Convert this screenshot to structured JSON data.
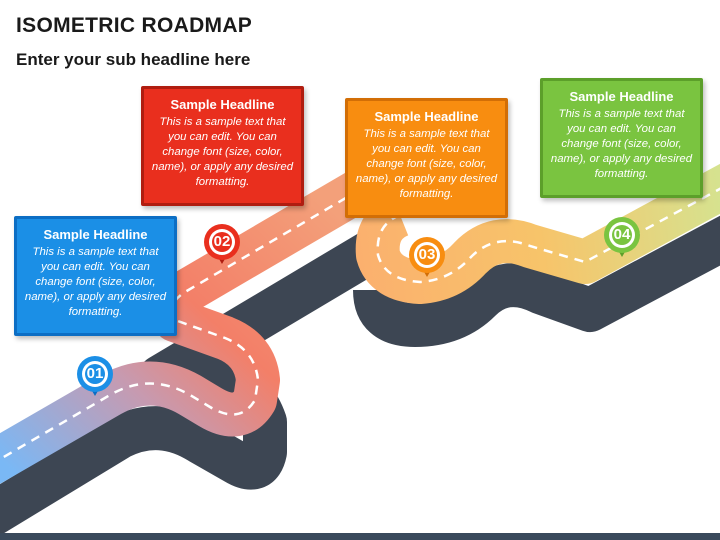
{
  "header": {
    "title": "ISOMETRIC ROADMAP",
    "subtitle": "Enter your sub headline here"
  },
  "milestones": [
    {
      "number": "01",
      "headline": "Sample Headline",
      "text": "This is a sample text that you can edit. You can change font (size, color, name), or apply any desired formatting.",
      "color": "#1b8fe6"
    },
    {
      "number": "02",
      "headline": "Sample Headline",
      "text": "This is a sample text that you can edit. You can change font (size, color, name), or apply any desired formatting.",
      "color": "#e92f1e"
    },
    {
      "number": "03",
      "headline": "Sample Headline",
      "text": "This is a sample text that you can edit. You can change font (size, color, name), or apply any desired formatting.",
      "color": "#f88d10"
    },
    {
      "number": "04",
      "headline": "Sample Headline",
      "text": "This is a sample text that you can edit. You can change font (size, color, name), or apply any desired formatting.",
      "color": "#7ac440"
    }
  ],
  "colors": {
    "road_shadow": "#3d4653",
    "road_blue": "#6fb0f0",
    "road_red": "#f2705e",
    "road_orange": "#f6b45a",
    "road_green": "#c9dd86"
  }
}
